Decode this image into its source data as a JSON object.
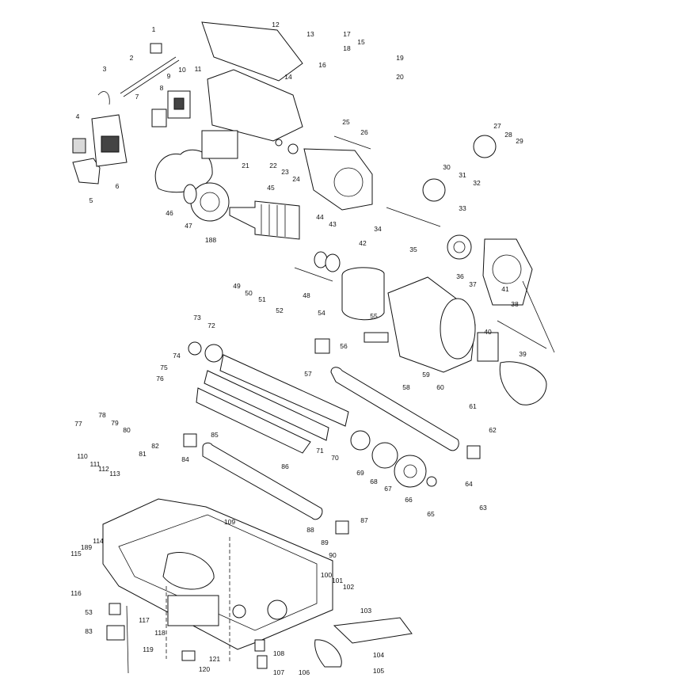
{
  "diagram": {
    "part_numbers": [
      "1",
      "2",
      "3",
      "4",
      "5",
      "6",
      "7",
      "8",
      "9",
      "10",
      "11",
      "12",
      "13",
      "14",
      "15",
      "16",
      "17",
      "18",
      "19",
      "20",
      "21",
      "22",
      "23",
      "24",
      "25",
      "26",
      "27",
      "28",
      "29",
      "30",
      "31",
      "32",
      "33",
      "34",
      "35",
      "36",
      "37",
      "38",
      "39",
      "40",
      "41",
      "42",
      "43",
      "44",
      "45",
      "46",
      "47",
      "48",
      "49",
      "50",
      "51",
      "52",
      "54",
      "55",
      "56",
      "57",
      "58",
      "59",
      "60",
      "61",
      "62",
      "63",
      "64",
      "65",
      "66",
      "67",
      "68",
      "69",
      "70",
      "71",
      "72",
      "73",
      "74",
      "75",
      "76",
      "77",
      "78",
      "79",
      "80",
      "81",
      "82",
      "83",
      "84",
      "85",
      "86",
      "87",
      "88",
      "89",
      "90",
      "100",
      "101",
      "102",
      "103",
      "104",
      "105",
      "106",
      "107",
      "108",
      "109",
      "110",
      "111",
      "112",
      "113",
      "114",
      "115",
      "116",
      "117",
      "118",
      "119",
      "120",
      "121",
      "188",
      "189",
      "53"
    ]
  }
}
